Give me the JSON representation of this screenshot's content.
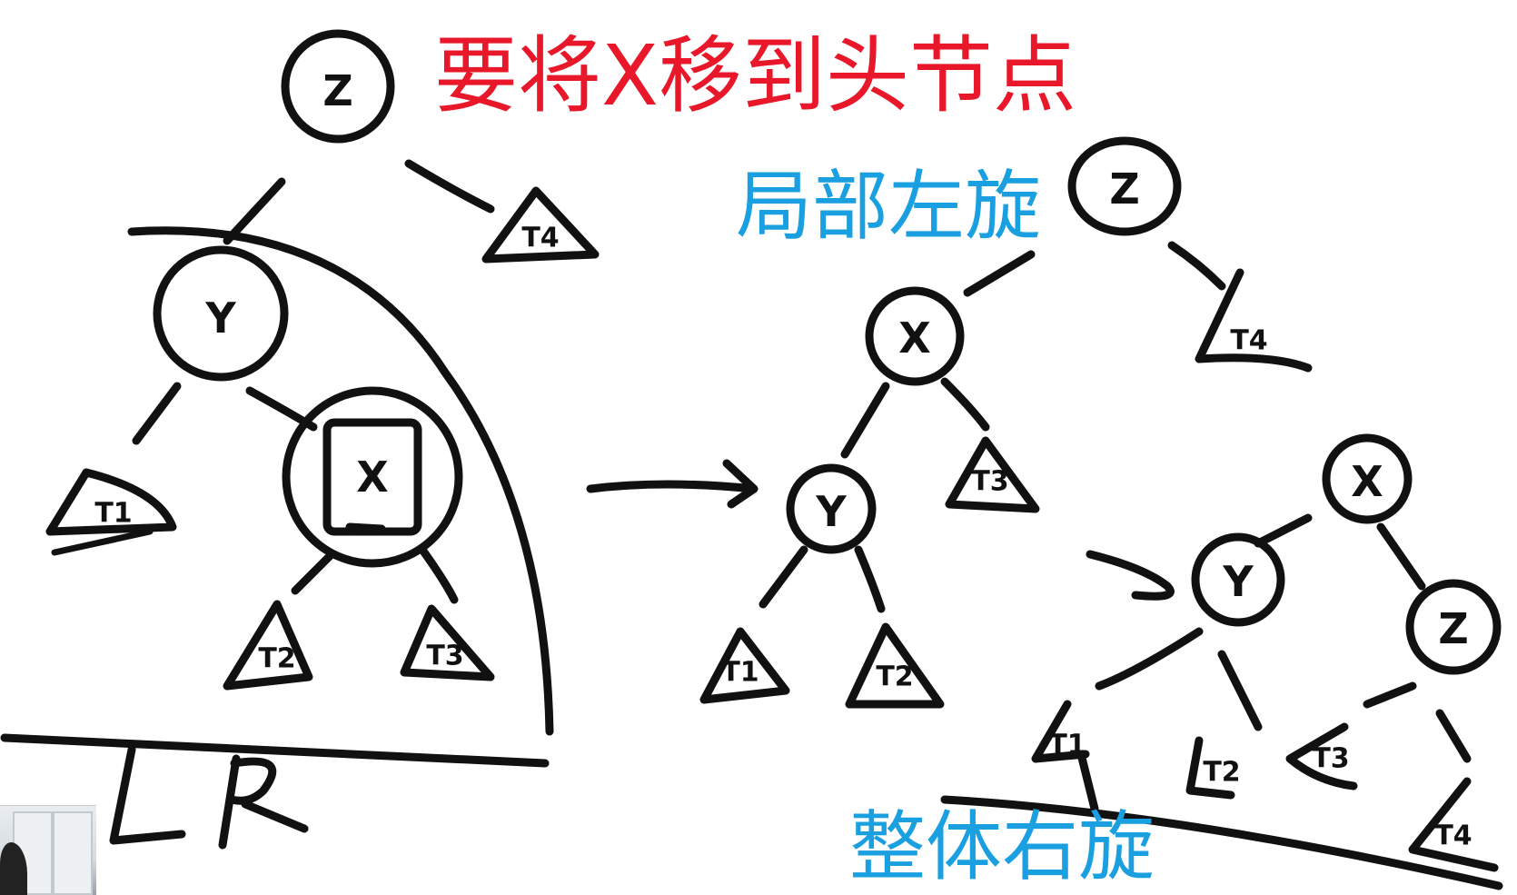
{
  "titles": {
    "red": "要将X移到头节点",
    "left_rotation": "局部左旋",
    "right_rotation": "整体右旋"
  },
  "case_label": "LR",
  "nodes": {
    "tree1": {
      "root": "Z",
      "left": "Y",
      "mid": "X"
    },
    "tree2": {
      "root": "Z",
      "left": "X",
      "mid": "Y"
    },
    "tree3": {
      "root": "X",
      "left": "Y",
      "right": "Z"
    }
  },
  "subtrees": {
    "tree1": {
      "t4": "T4",
      "t1": "T1",
      "t2": "T2",
      "t3": "T3"
    },
    "tree2": {
      "t4": "T4",
      "t3": "T3",
      "t1": "T1",
      "t2": "T2"
    },
    "tree3": {
      "t1": "T1",
      "t2": "T2",
      "t3": "T3",
      "t4": "T4"
    }
  },
  "colors": {
    "red_title": "#e8182a",
    "blue_title": "#1aa0e0",
    "ink": "#111111"
  }
}
